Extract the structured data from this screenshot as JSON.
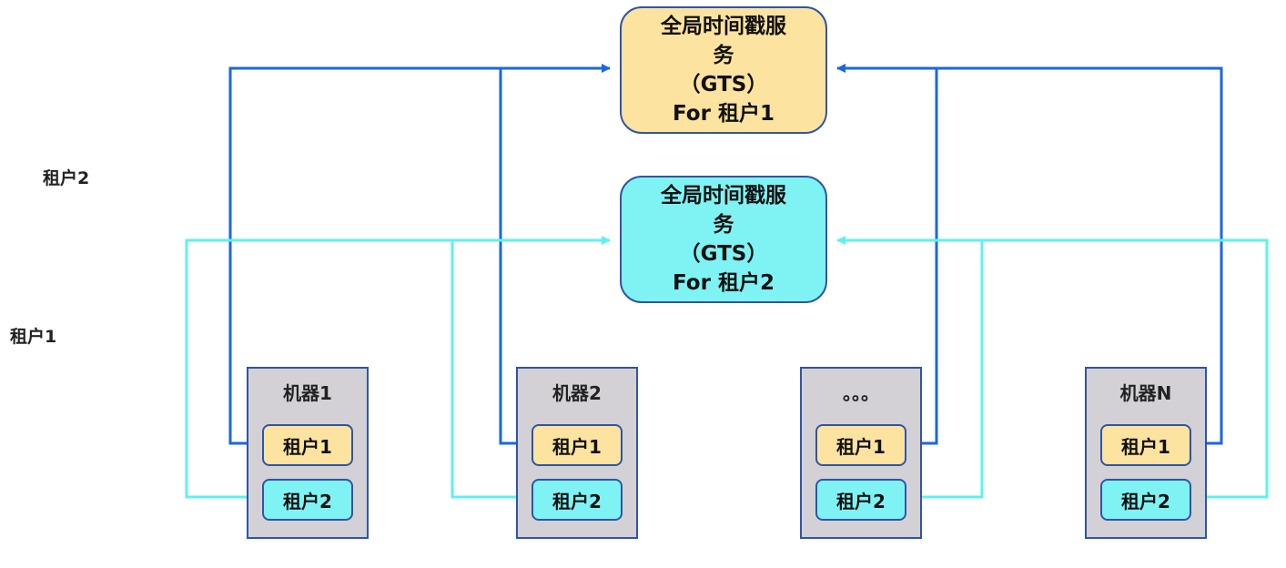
{
  "side_labels": {
    "tenant2": "租户2",
    "tenant1": "租户1"
  },
  "gts": [
    {
      "line1": "全局时间戳服",
      "line2": "务",
      "line3": "（GTS）",
      "line4": "For 租户1"
    },
    {
      "line1": "全局时间戳服",
      "line2": "务",
      "line3": "（GTS）",
      "line4": "For 租户2"
    }
  ],
  "machines": [
    {
      "title": "机器1",
      "tenant_a": "租户1",
      "tenant_b": "租户2"
    },
    {
      "title": "机器2",
      "tenant_a": "租户1",
      "tenant_b": "租户2"
    },
    {
      "title": "。。。",
      "tenant_a": "租户1",
      "tenant_b": "租户2"
    },
    {
      "title": "机器N",
      "tenant_a": "租户1",
      "tenant_b": "租户2"
    }
  ],
  "colors": {
    "tenant1_line": "#1a66e6",
    "tenant2_line": "#5ff0f0",
    "tenant1_fill": "#fde3a0",
    "tenant2_fill": "#7ff3f4",
    "machine_fill": "#d3d1d6",
    "border": "#2f55a4"
  }
}
